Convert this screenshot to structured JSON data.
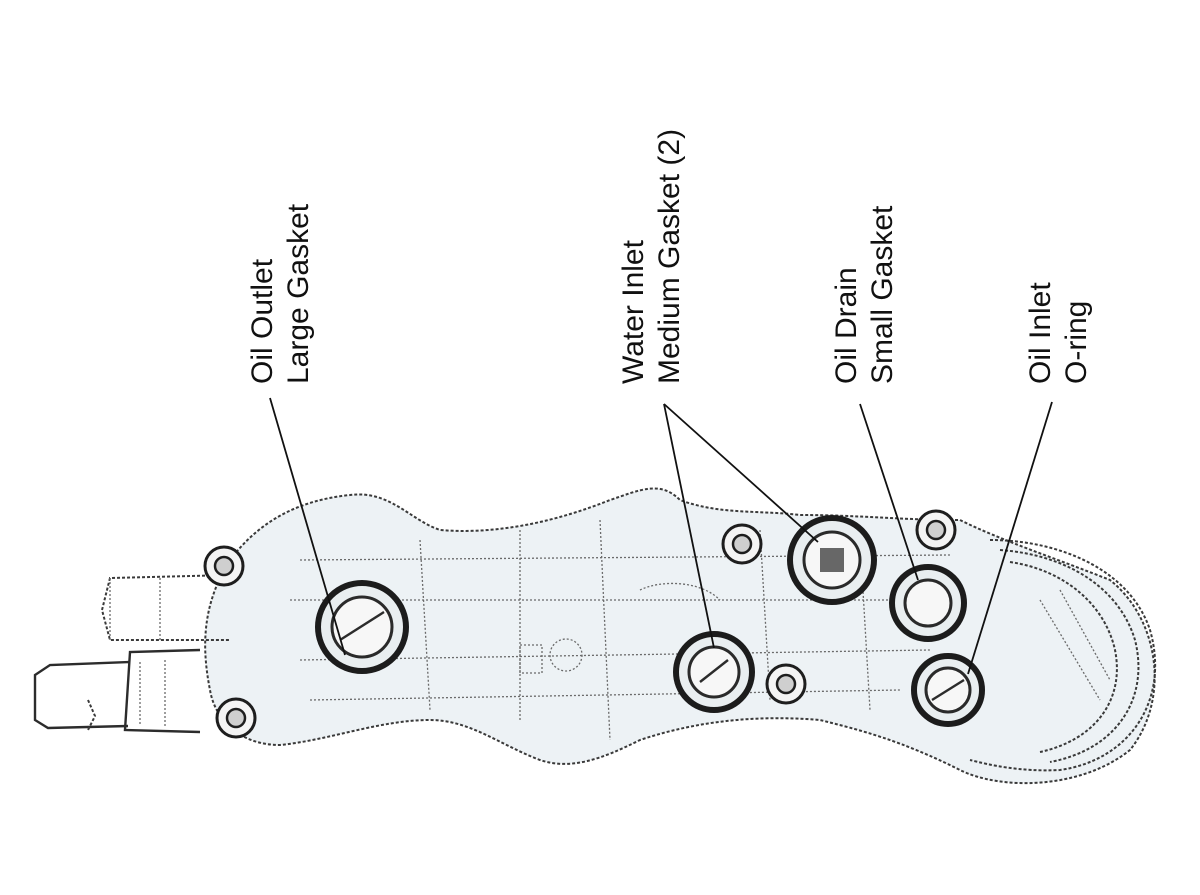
{
  "callouts": {
    "oil_outlet": {
      "line1": "Oil Outlet",
      "line2": "Large Gasket"
    },
    "water_inlet": {
      "line1": "Water Inlet",
      "line2": "Medium Gasket (2)"
    },
    "oil_drain": {
      "line1": "Oil Drain",
      "line2": "Small Gasket"
    },
    "oil_inlet": {
      "line1": "Oil Inlet",
      "line2": "O-ring"
    }
  },
  "colors": {
    "ink": "#111111",
    "paper": "#ffffff",
    "shading": "#dfe8ec"
  }
}
